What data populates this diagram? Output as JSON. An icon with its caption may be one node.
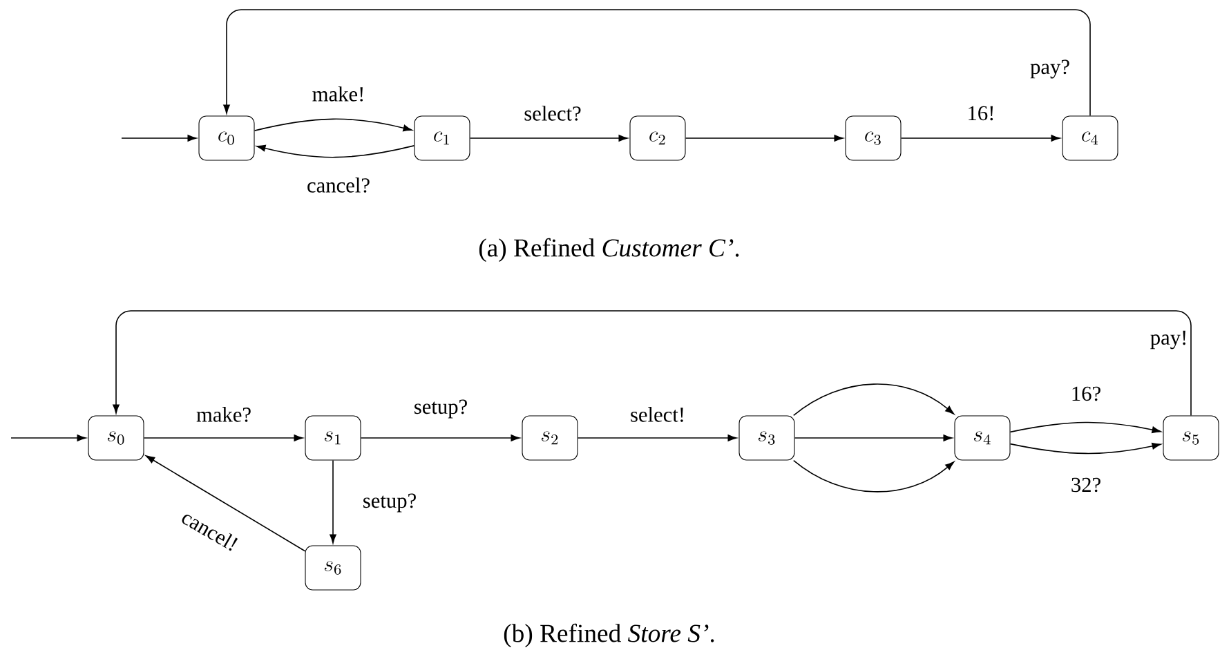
{
  "diagram": {
    "nodes": [
      {
        "text": [
          "c_0"
        ]
      },
      {
        "text": [
          "c_1"
        ]
      },
      {
        "text": [
          "c_2"
        ]
      },
      {
        "text": [
          "c_3"
        ]
      },
      {
        "text": [
          "c_4"
        ]
      },
      {
        "text": [
          "s_0"
        ]
      },
      {
        "text": [
          "s_1"
        ]
      },
      {
        "text": [
          "s_2"
        ]
      },
      {
        "text": [
          "s_3"
        ]
      },
      {
        "text": [
          "s_4"
        ]
      },
      {
        "text": [
          "s_5"
        ]
      },
      {
        "text": [
          "s_6"
        ]
      }
    ],
    "edges": [
      {
        "from": null,
        "to": 0,
        "arrow": "to"
      },
      {
        "from": 0,
        "to": 1,
        "arrow": "to",
        "label": "make!"
      },
      {
        "from": 1,
        "to": 0,
        "arrow": "to",
        "label": "cancel?"
      },
      {
        "from": 1,
        "to": 2,
        "arrow": "to",
        "label": "select?"
      },
      {
        "from": 2,
        "to": 3,
        "arrow": "to"
      },
      {
        "from": 3,
        "to": 4,
        "arrow": "to",
        "label": "16!"
      },
      {
        "from": 4,
        "to": 0,
        "arrow": "to",
        "label": "pay?"
      },
      {
        "from": null,
        "to": 5,
        "arrow": "to"
      },
      {
        "from": 5,
        "to": 6,
        "arrow": "to",
        "label": "make?"
      },
      {
        "from": 6,
        "to": 7,
        "arrow": "to",
        "label": "setup?"
      },
      {
        "from": 6,
        "to": 11,
        "arrow": "to",
        "label": "setup?"
      },
      {
        "from": 11,
        "to": 5,
        "arrow": "to",
        "label": "cancel!"
      },
      {
        "from": 7,
        "to": 8,
        "arrow": "to",
        "label": "select!"
      },
      {
        "from": 8,
        "to": 9,
        "arrow": "to"
      },
      {
        "from": 8,
        "to": 9,
        "arrow": "to"
      },
      {
        "from": 8,
        "to": 9,
        "arrow": "to"
      },
      {
        "from": 9,
        "to": 10,
        "arrow": "to",
        "label": "16?"
      },
      {
        "from": 9,
        "to": 10,
        "arrow": "to",
        "label": "32?"
      },
      {
        "from": 10,
        "to": 5,
        "arrow": "to",
        "label": "pay!"
      }
    ],
    "labels": [
      "(a) Refined *Customer C’*.",
      "(b) Refined *Store S’*."
    ]
  }
}
